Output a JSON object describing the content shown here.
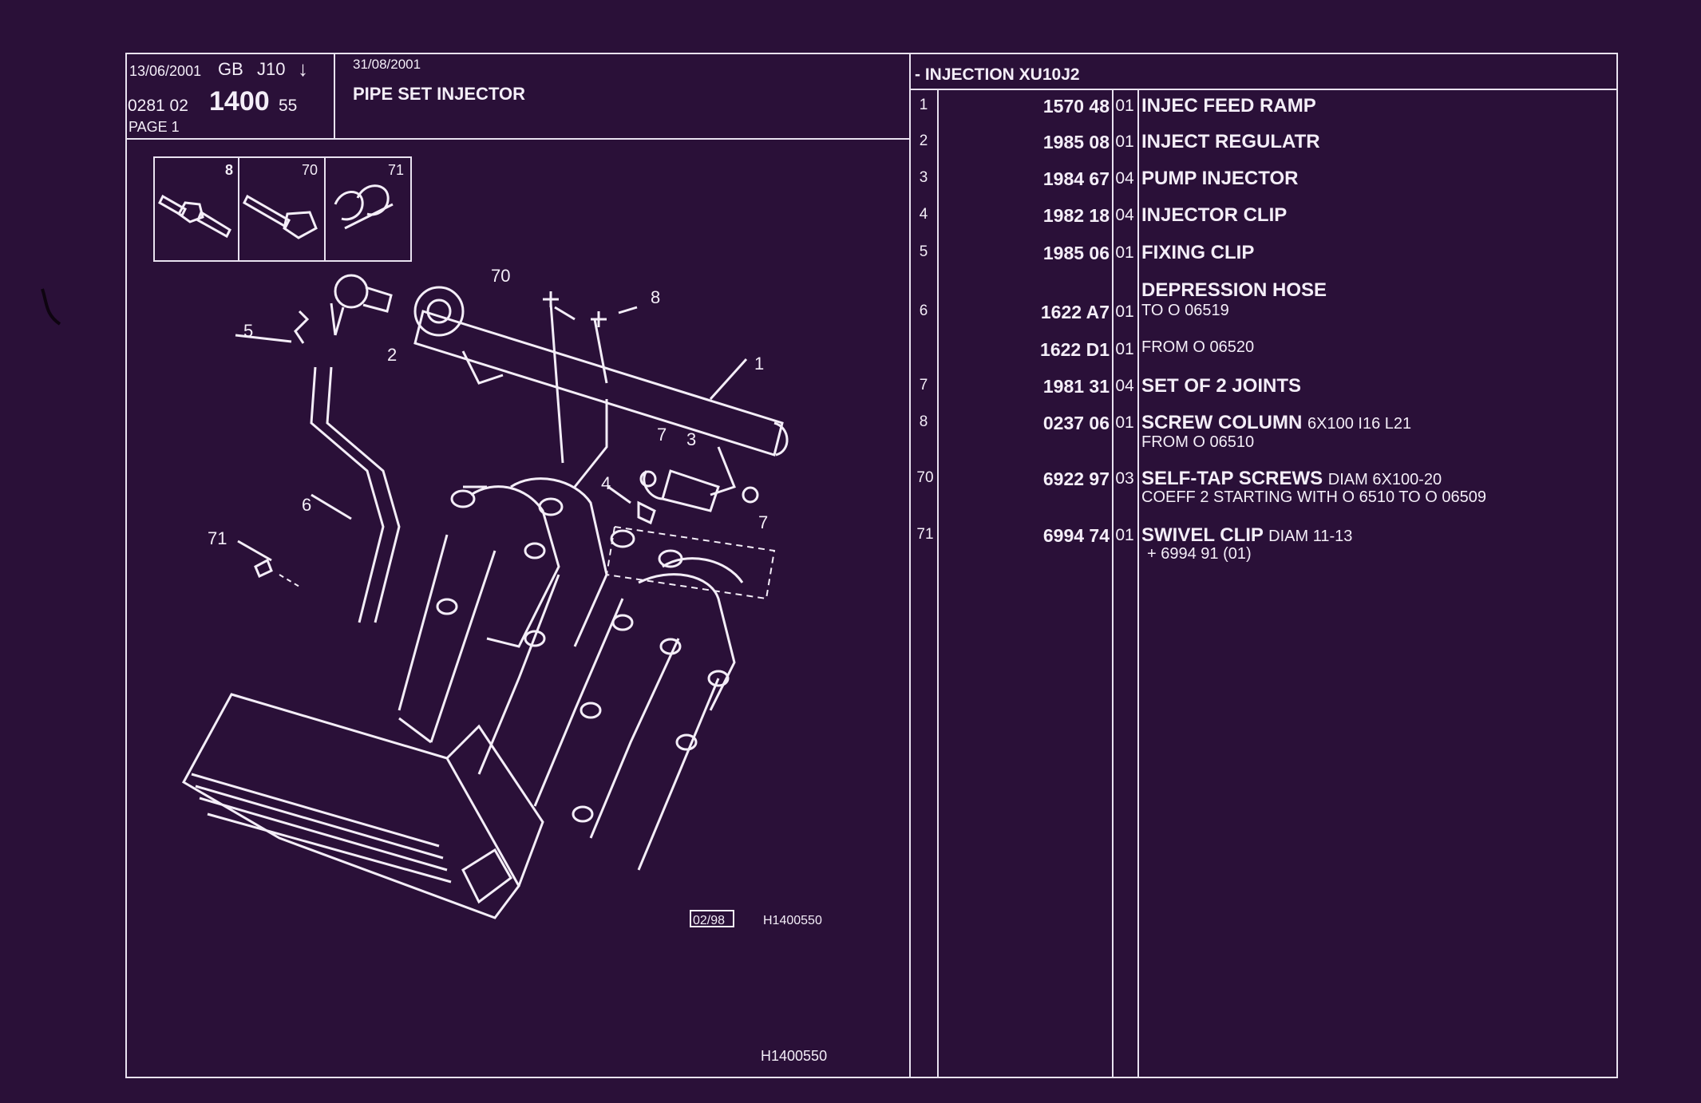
{
  "header": {
    "date1": "13/06/2001",
    "country": "GB",
    "model": "J10",
    "arrow": "↓",
    "code_prefix": "0281  02",
    "code_main": "1400",
    "code_suffix": "55",
    "page": "PAGE  1",
    "date2": "31/08/2001",
    "title": "PIPE SET INJECTOR",
    "section": "- INJECTION XU10J2"
  },
  "thumbnails": [
    "8",
    "70",
    "71"
  ],
  "diagram": {
    "labels": [
      "70",
      "8",
      "5",
      "2",
      "1",
      "7",
      "3",
      "4",
      "7",
      "6",
      "71"
    ],
    "stamp": "02/98",
    "ref": "H1400550",
    "footer_ref": "H1400550"
  },
  "parts": [
    {
      "num": "1",
      "ref": "1570 48",
      "qty": "01",
      "desc": "INJEC FEED RAMP",
      "desc_extra": "",
      "note": ""
    },
    {
      "num": "2",
      "ref": "1985 08",
      "qty": "01",
      "desc": "INJECT REGULATR",
      "desc_extra": "",
      "note": ""
    },
    {
      "num": "3",
      "ref": "1984 67",
      "qty": "04",
      "desc": "PUMP INJECTOR",
      "desc_extra": "",
      "note": ""
    },
    {
      "num": "4",
      "ref": "1982 18",
      "qty": "04",
      "desc": "INJECTOR CLIP",
      "desc_extra": "",
      "note": ""
    },
    {
      "num": "5",
      "ref": "1985 06",
      "qty": "01",
      "desc": "FIXING CLIP",
      "desc_extra": "",
      "note": ""
    },
    {
      "num": "6",
      "ref": "1622 A7",
      "qty": "01",
      "desc": "DEPRESSION HOSE",
      "desc_extra": "",
      "note": "TO  O  06519"
    },
    {
      "num": "",
      "ref": "1622 D1",
      "qty": "01",
      "desc": "",
      "desc_extra": "",
      "note": "FROM  O  06520"
    },
    {
      "num": "7",
      "ref": "1981 31",
      "qty": "04",
      "desc": "SET OF 2 JOINTS",
      "desc_extra": "",
      "note": ""
    },
    {
      "num": "8",
      "ref": "0237 06",
      "qty": "01",
      "desc": "SCREW COLUMN",
      "desc_extra": "6X100 I16 L21",
      "note": "FROM  O  06510"
    },
    {
      "num": "70",
      "ref": "6922 97",
      "qty": "03",
      "desc": "SELF-TAP SCREWS",
      "desc_extra": "DIAM 6X100-20",
      "note": "COEFF 2 STARTING WITH O 6510 TO  O  06509"
    },
    {
      "num": "71",
      "ref": "6994 74",
      "qty": "01",
      "desc": "SWIVEL CLIP",
      "desc_extra": "DIAM 11-13",
      "note": "+  6994 91 (01)"
    }
  ]
}
